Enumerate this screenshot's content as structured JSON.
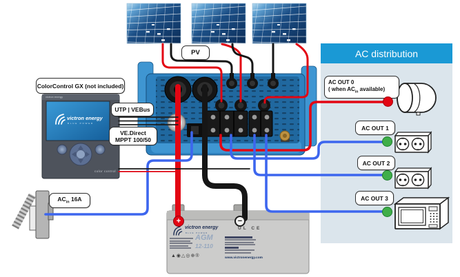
{
  "colors": {
    "wire_red": "#e30613",
    "wire_blue": "#3d66ee",
    "wire_black": "#161616",
    "header_blue": "#1a99d5",
    "panel_bg": "#dbe5ec",
    "victron_blue": "#2e82c0",
    "green_dot": "#3fae49",
    "red_dot": "#e30613",
    "thin_wire": "#1d1d1d"
  },
  "labels": {
    "colorcontrol": "ColorControl GX (not included)",
    "utp_vebus": "UTP | VEBus",
    "vedirect1": "VE.Direct",
    "vedirect2": "MPPT 100/50",
    "pv": "PV",
    "acin_pre": "AC",
    "acin_sub": "in",
    "acin_post": " 16A"
  },
  "ac_distribution": {
    "title": "AC distribution",
    "out0_line1": "AC OUT 0",
    "out0_pre": "( when AC",
    "out0_sub": "in",
    "out0_post": " available)",
    "out1": "AC OUT 1",
    "out2": "AC OUT 2",
    "out3": "AC OUT 3",
    "appliances": [
      "boiler",
      "double-socket",
      "double-socket",
      "microwave"
    ]
  },
  "ccgx": {
    "top_brand": "victron energy",
    "screen_brand": "victron energy",
    "screen_tagline": "BLUE POWER",
    "caption": "color control"
  },
  "battery": {
    "brand": "victron energy",
    "tagline": "BLUE POWER",
    "type": "AGM",
    "model": "12-110",
    "marks": "UL CE",
    "url": "www.victronenergy.com",
    "cert_icons": "▲◉△◎⊕®",
    "plus": "+",
    "minus": "−"
  }
}
